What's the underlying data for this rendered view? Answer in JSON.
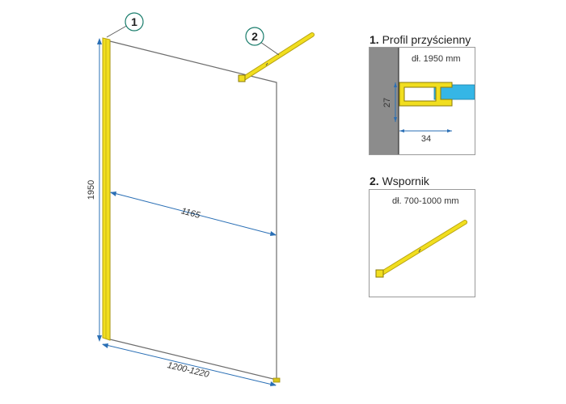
{
  "callouts": {
    "one": "1",
    "two": "2"
  },
  "dimensions": {
    "height": "1950",
    "glass_width": "1165",
    "total_width": "1200-1220"
  },
  "panel_profile": {
    "number": "1.",
    "title": "Profil przyścienny",
    "length_note": "dł. 1950 mm",
    "dim_height": "27",
    "dim_width": "34"
  },
  "panel_bracket": {
    "number": "2.",
    "title": "Wspornik",
    "length_note": "dł. 700-1000 mm"
  },
  "colors": {
    "gold": "#f1de1f",
    "gold_dark": "#b8a310",
    "dimension_blue": "#2a6fb5",
    "glass_blue": "#35b6e6",
    "wall_gray": "#8c8c8c"
  }
}
